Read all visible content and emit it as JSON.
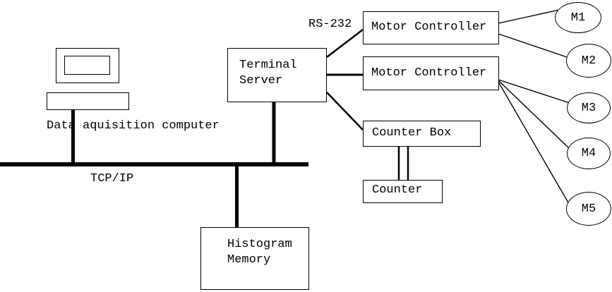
{
  "diagram": {
    "labels": {
      "computer": "Data aquisition computer",
      "bus": "TCP/IP",
      "serial": "RS-232"
    },
    "nodes": {
      "terminal_server": "Terminal\nServer",
      "motor_controller_1": "Motor Controller",
      "motor_controller_2": "Motor Controller",
      "counter_box": "Counter Box",
      "counter": "Counter",
      "histogram_memory": "Histogram\nMemory",
      "motors": [
        "M1",
        "M2",
        "M3",
        "M4",
        "M5"
      ]
    },
    "colors": {
      "line": "#000000",
      "background": "#ffffff",
      "text": "#000000"
    }
  }
}
